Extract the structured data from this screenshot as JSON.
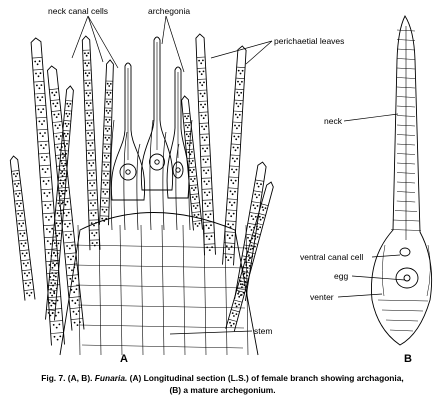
{
  "figure": {
    "panel_a_label": "A",
    "panel_b_label": "B",
    "labels_a": {
      "neck_canal_cells": "neck canal cells",
      "archegonia": "archegonia",
      "perichaetial_leaves": "perichaetial leaves",
      "stem": "stem"
    },
    "labels_b": {
      "neck": "neck",
      "ventral_canal_cell": "ventral canal cell",
      "egg": "egg",
      "venter": "venter"
    },
    "caption": {
      "prefix": "Fig. 7. (A, B).",
      "genus": "Funaria.",
      "line1_rest": "(A) Longitudinal section (L.S.) of female branch showing archagonia,",
      "line2": "(B) a mature archegonium."
    }
  }
}
